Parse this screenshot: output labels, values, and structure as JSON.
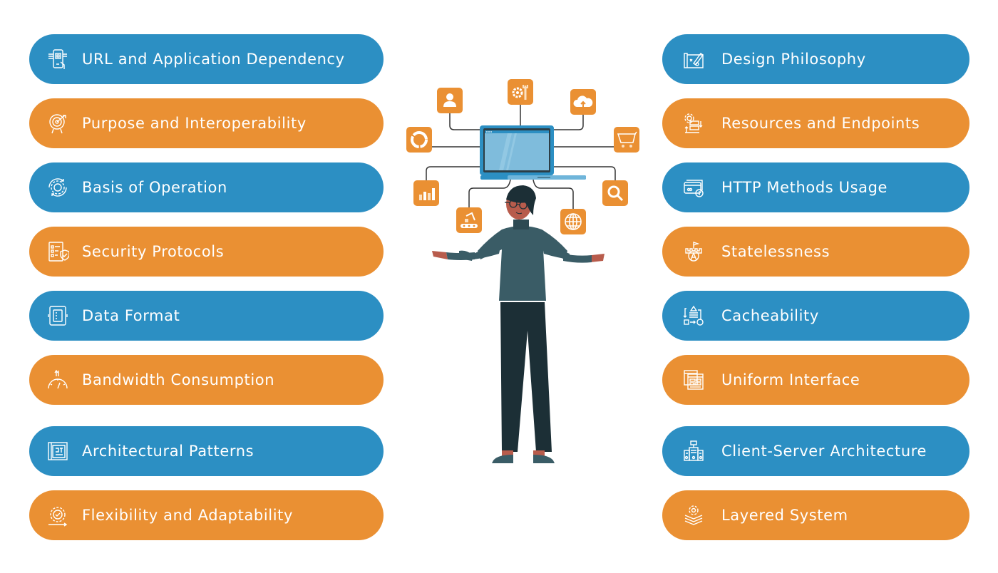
{
  "colors": {
    "blue": "#2c8fc3",
    "orange": "#ea9033",
    "text": "#ffffff",
    "laptop_frame": "#2c8fc3",
    "laptop_screen": "#7fbcdc",
    "sweater": "#3a5c66",
    "pants": "#1c2f36",
    "skin": "#b85c4c"
  },
  "left_items": [
    {
      "label": "URL and Application Dependency",
      "color": "blue",
      "icon": "mobile-chip-icon"
    },
    {
      "label": "Purpose and Interoperability",
      "color": "orange",
      "icon": "target-icon"
    },
    {
      "label": "Basis of Operation",
      "color": "blue",
      "icon": "gear-cycle-icon"
    },
    {
      "label": "Security Protocols",
      "color": "orange",
      "icon": "checklist-shield-icon"
    },
    {
      "label": "Data Format",
      "color": "blue",
      "icon": "document-transfer-icon"
    },
    {
      "label": "Bandwidth Consumption",
      "color": "orange",
      "icon": "speedometer-icon"
    },
    {
      "label": "Architectural Patterns",
      "color": "blue",
      "icon": "blueprint-icon"
    },
    {
      "label": "Flexibility and Adaptability",
      "color": "orange",
      "icon": "gear-check-icon"
    }
  ],
  "right_items": [
    {
      "label": "Design Philosophy",
      "color": "blue",
      "icon": "design-pencil-icon"
    },
    {
      "label": "Resources and Endpoints",
      "color": "orange",
      "icon": "gear-flow-icon"
    },
    {
      "label": "HTTP Methods Usage",
      "color": "blue",
      "icon": "card-payment-icon"
    },
    {
      "label": "Statelessness",
      "color": "orange",
      "icon": "castle-flag-icon"
    },
    {
      "label": "Cacheability",
      "color": "blue",
      "icon": "shapes-flow-icon"
    },
    {
      "label": "Uniform Interface",
      "color": "orange",
      "icon": "browser-layout-icon"
    },
    {
      "label": "Client-Server Architecture",
      "color": "blue",
      "icon": "server-network-icon"
    },
    {
      "label": "Layered System",
      "color": "orange",
      "icon": "layers-gear-icon"
    }
  ],
  "illustration": {
    "central": "laptop",
    "figure": "person-arms-outstretched",
    "satellite_icons": [
      "user-icon",
      "gear-wrench-icon",
      "cloud-upload-icon",
      "donut-chart-icon",
      "shopping-cart-icon",
      "bar-chart-icon",
      "search-icon",
      "robot-arm-icon",
      "globe-icon"
    ]
  }
}
